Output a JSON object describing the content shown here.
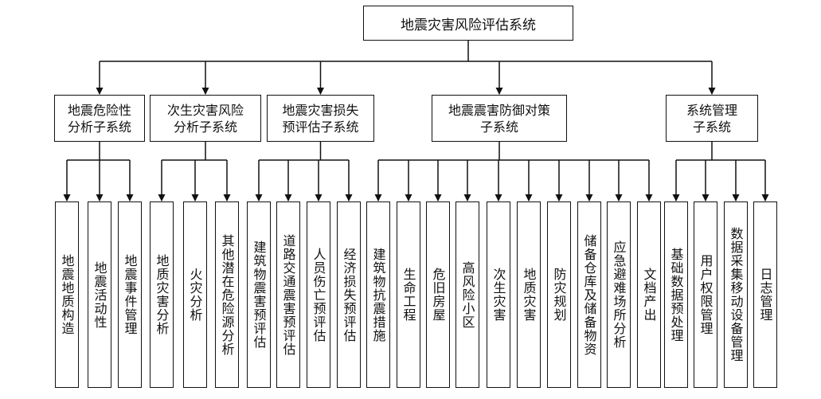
{
  "root": "地震灾害风险评估系统",
  "subsystems": [
    {
      "label": "地震危险性\n分析子系统",
      "modules": [
        "地震地质构造",
        "地震活动性",
        "地震事件管理"
      ]
    },
    {
      "label": "次生灾害风险\n分析子系统",
      "modules": [
        "地质灾害分析",
        "火灾分析",
        "其他潜在危险源分析"
      ]
    },
    {
      "label": "地震灾害损失\n预评估子系统",
      "modules": [
        "建筑物震害预评估",
        "道路交通震害预评估",
        "人员伤亡预评估",
        "经济损失预评估"
      ]
    },
    {
      "label": "地震震害防御对策\n子系统",
      "modules": [
        "建筑物抗震措施",
        "生命工程",
        "危旧房屋",
        "高风险小区",
        "次生灾害",
        "地质灾害",
        "防灾规划",
        "储备仓库及储备物资",
        "应急避难场所分析",
        "文档产出"
      ]
    },
    {
      "label": "系统管理\n子系统",
      "modules": [
        "基础数据预处理",
        "用户权限管理",
        "数据采集移动设备管理",
        "日志管理"
      ]
    }
  ]
}
